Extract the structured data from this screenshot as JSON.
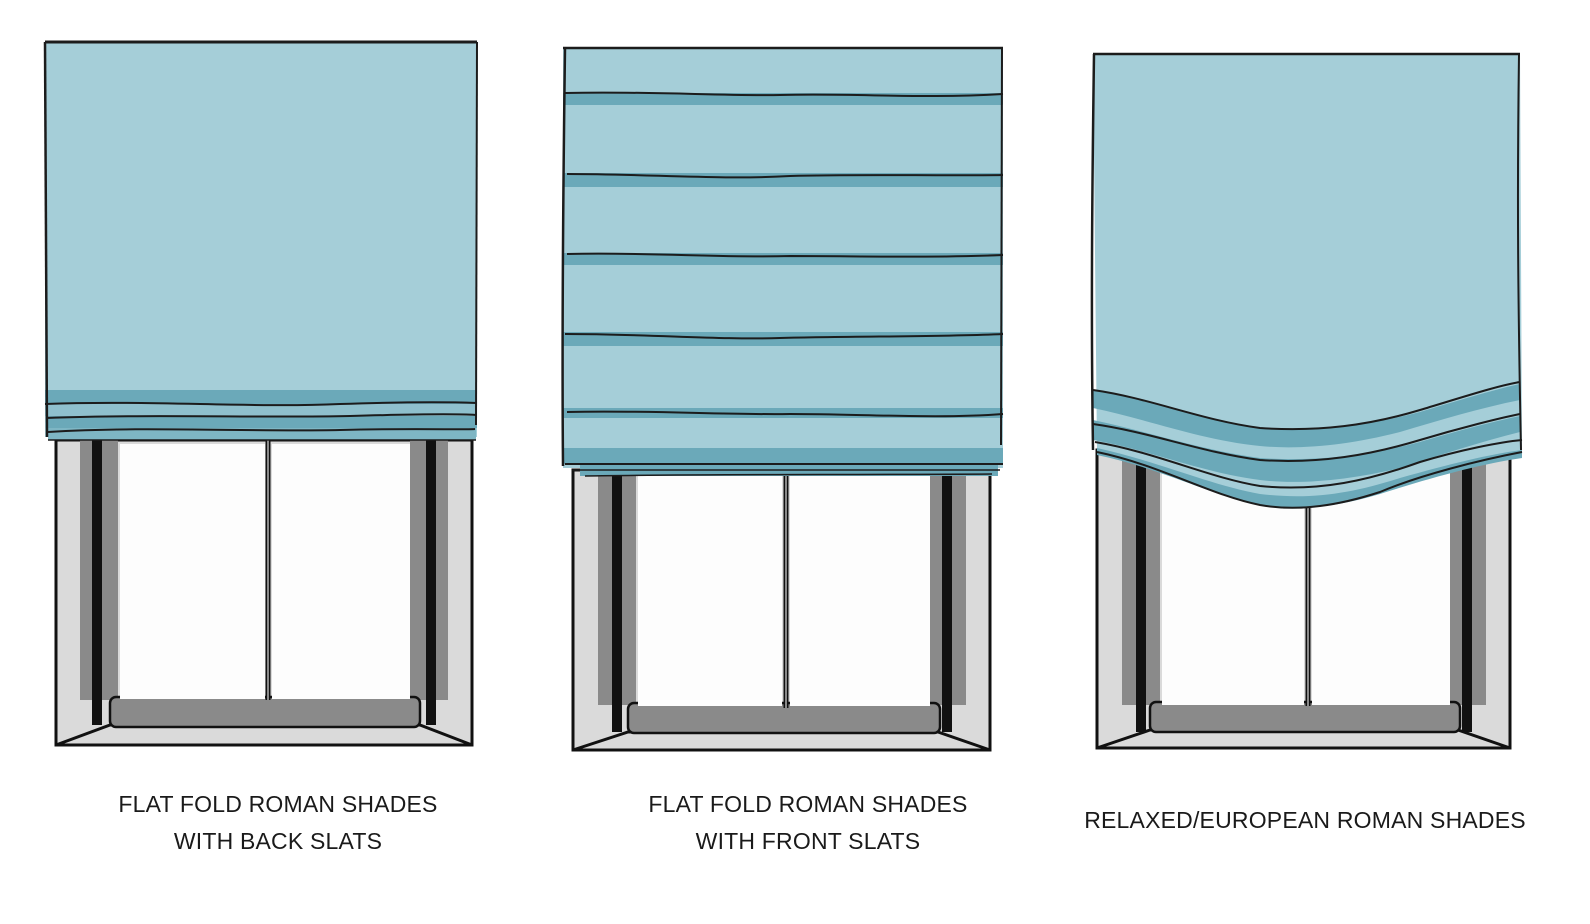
{
  "colors": {
    "shade_light": "#a5ced8",
    "shade_dark": "#6ba9b9",
    "outline": "#1c1c1c",
    "frame_light": "#dadada",
    "frame_mid": "#8a8a8a",
    "frame_dark": "#111111",
    "glass": "#fdfdfd",
    "caption_text": "#1a1a1a"
  },
  "panels": [
    {
      "id": "flat-fold-back-slats",
      "caption_lines": [
        "FLAT FOLD ROMAN SHADES",
        "WITH BACK SLATS"
      ]
    },
    {
      "id": "flat-fold-front-slats",
      "caption_lines": [
        "FLAT FOLD ROMAN SHADES",
        "WITH FRONT SLATS"
      ]
    },
    {
      "id": "relaxed-european",
      "caption_lines": [
        "RELAXED/EUROPEAN ROMAN SHADES"
      ]
    }
  ]
}
